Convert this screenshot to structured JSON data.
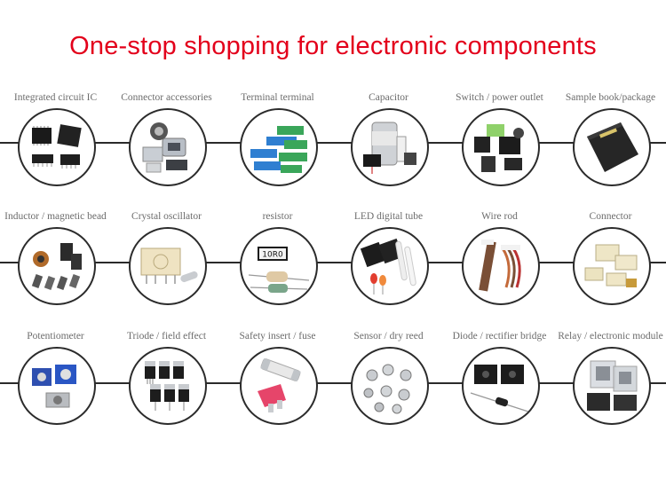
{
  "title": "One-stop shopping for electronic components",
  "rows": [
    {
      "items": [
        {
          "label": "Integrated circuit IC",
          "icon": "ic-chip-icon"
        },
        {
          "label": "Connector accessories",
          "icon": "connector-accessory-icon"
        },
        {
          "label": "Terminal terminal",
          "icon": "terminal-block-icon"
        },
        {
          "label": "Capacitor",
          "icon": "capacitor-icon"
        },
        {
          "label": "Switch / power outlet",
          "icon": "power-jack-icon"
        },
        {
          "label": "Sample book/package",
          "icon": "sample-book-icon"
        }
      ]
    },
    {
      "items": [
        {
          "label": "Inductor / magnetic bead",
          "icon": "inductor-icon"
        },
        {
          "label": "Crystal oscillator",
          "icon": "crystal-oscillator-icon"
        },
        {
          "label": "resistor",
          "icon": "resistor-icon"
        },
        {
          "label": "LED digital tube",
          "icon": "led-display-icon"
        },
        {
          "label": "Wire rod",
          "icon": "wire-harness-icon"
        },
        {
          "label": "Connector",
          "icon": "connector-icon"
        }
      ]
    },
    {
      "items": [
        {
          "label": "Potentiometer",
          "icon": "potentiometer-icon"
        },
        {
          "label": "Triode / field effect",
          "icon": "transistor-icon"
        },
        {
          "label": "Safety insert / fuse",
          "icon": "fuse-icon"
        },
        {
          "label": "Sensor / dry reed",
          "icon": "sensor-icon"
        },
        {
          "label": "Diode / rectifier bridge",
          "icon": "rectifier-bridge-icon"
        },
        {
          "label": "Relay / electronic module",
          "icon": "relay-icon"
        }
      ]
    }
  ],
  "colors": {
    "title": "#e3001b",
    "label": "#6c6c6c",
    "line": "#2a2a2a"
  }
}
